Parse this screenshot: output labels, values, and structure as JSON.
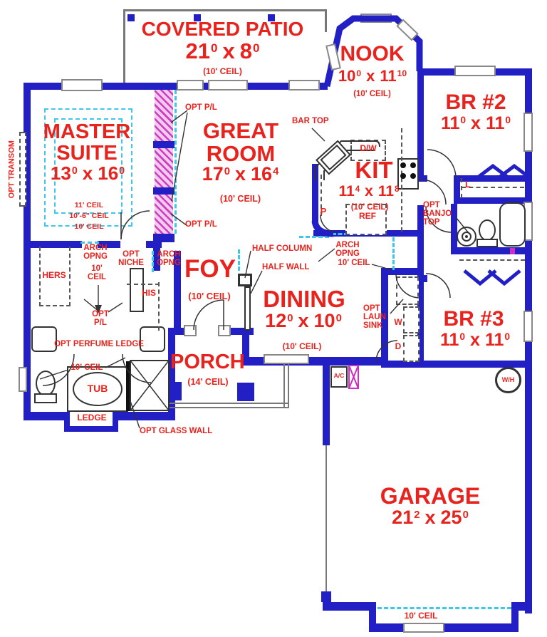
{
  "colors": {
    "wall": "#2220c4",
    "red": "#e8231e",
    "cyan": "#3ec7e8",
    "hatch_bg": "#f6c9ef",
    "hatch_fg": "#c93fc0",
    "magenta": "#cc2fc4"
  },
  "misc": {
    "x": "x"
  },
  "rooms": {
    "patio": {
      "name": "COVERED PATIO",
      "d1": "21",
      "s1": "0",
      "d2": "8",
      "s2": "0",
      "ceil": "(10' CEIL)"
    },
    "nook": {
      "name": "NOOK",
      "d1": "10",
      "s1": "0",
      "d2": "11",
      "s2": "10",
      "ceil": "(10' CEIL)"
    },
    "br2": {
      "name": "BR #2",
      "d1": "11",
      "s1": "0",
      "d2": "11",
      "s2": "0"
    },
    "master": {
      "name": "MASTER SUITE",
      "d1": "13",
      "s1": "0",
      "d2": "16",
      "s2": "0",
      "ceil1": "11' CEIL",
      "ceil2": "10'-6\" CEIL",
      "ceil3": "10' CEIL"
    },
    "great": {
      "name": "GREAT ROOM",
      "d1": "17",
      "s1": "0",
      "d2": "16",
      "s2": "4",
      "ceil": "(10' CEIL)"
    },
    "kit": {
      "name": "KIT",
      "d1": "11",
      "s1": "4",
      "d2": "11",
      "s2": "8",
      "ceil": "(10' CEIL)"
    },
    "foy": {
      "name": "FOY",
      "ceil": "(10' CEIL)"
    },
    "dining": {
      "name": "DINING",
      "d1": "12",
      "s1": "0",
      "d2": "10",
      "s2": "0",
      "ceil": "(10' CEIL)"
    },
    "br3": {
      "name": "BR #3",
      "d1": "11",
      "s1": "0",
      "d2": "11",
      "s2": "0"
    },
    "porch": {
      "name": "PORCH",
      "ceil": "(14' CEIL)"
    },
    "garage": {
      "name": "GARAGE",
      "d1": "21",
      "s1": "2",
      "d2": "25",
      "s2": "0",
      "ceil": "10' CEIL"
    }
  },
  "annotations": {
    "opt_transom": "OPT TRANSOM",
    "opt_pl": "OPT P/L",
    "bar_top": "BAR TOP",
    "dw": "D/W",
    "pantry": "P",
    "ref": "REF",
    "opt_banjo_top": "OPT\nBANJO\nTOP",
    "linen": "L",
    "arch_opng": "ARCH\nOPNG",
    "hall_ceil": "10'\nCEIL",
    "opt_niche": "OPT\nNICHE",
    "kit_arch_ceil": "10' CEIL",
    "half_column": "HALF COLUMN",
    "half_wall": "HALF WALL",
    "hers": "HERS",
    "his": "HIS",
    "hall_opt_pl": "OPT\nP/L",
    "opt_perfume_ledge": "OPT PERFUME LEDGE",
    "bath_ceil": "10' CEIL",
    "tub": "TUB",
    "ledge": "LEDGE",
    "opt_glass_wall": "OPT GLASS WALL",
    "opt_laun_sink": "OPT\nLAUN\nSINK",
    "washer": "W",
    "dryer": "D",
    "ac": "A/C",
    "wh": "W/H"
  }
}
